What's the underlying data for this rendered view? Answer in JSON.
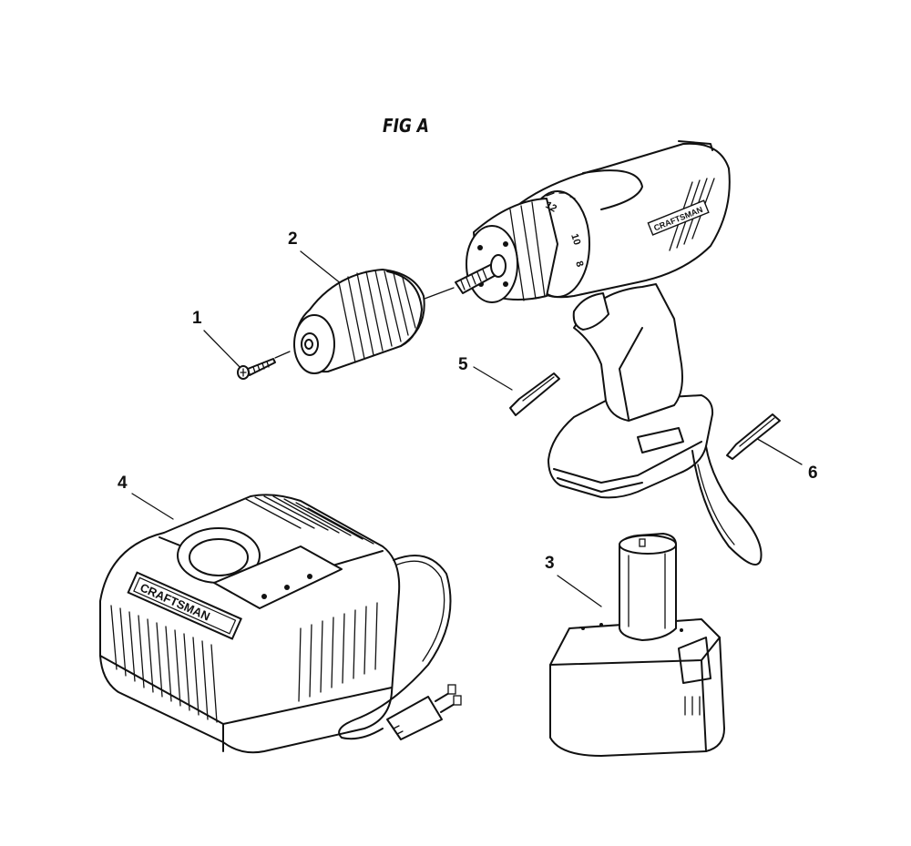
{
  "figure": {
    "title": "FIG A",
    "brand_drill": "CRAFTSMAN",
    "brand_charger": "CRAFTSMAN",
    "clutch_numbers": [
      "8",
      "10",
      "12"
    ],
    "callouts": [
      {
        "id": "1",
        "label": "1"
      },
      {
        "id": "2",
        "label": "2"
      },
      {
        "id": "3",
        "label": "3"
      },
      {
        "id": "4",
        "label": "4"
      },
      {
        "id": "5",
        "label": "5"
      },
      {
        "id": "6",
        "label": "6"
      }
    ]
  }
}
